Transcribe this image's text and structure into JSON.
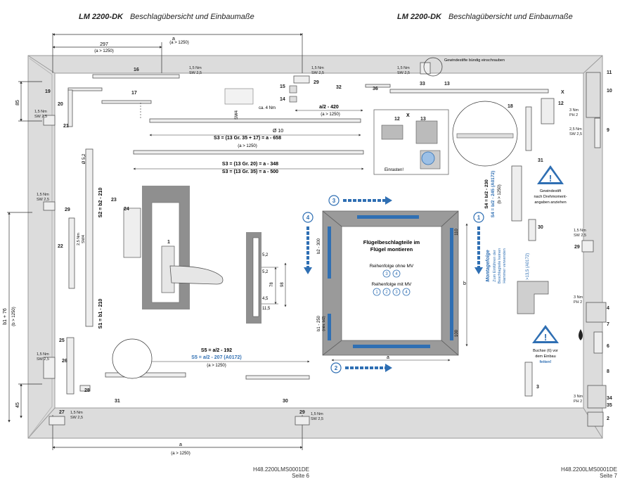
{
  "header": {
    "left": {
      "code": "LM 2200-DK",
      "title": "Beschlagübersicht und Einbaumaße"
    },
    "right": {
      "code": "LM 2200-DK",
      "title": "Beschlagübersicht und Einbaumaße"
    }
  },
  "footer": {
    "left": {
      "doc": "H48.2200LMS0001DE",
      "page": "Seite 6"
    },
    "right": {
      "doc": "H48.2200LMS0001DE",
      "page": "Seite 7"
    }
  },
  "part_numbers": {
    "p1": "1",
    "p2": "2",
    "p3": "3",
    "p4": "4",
    "p6": "6",
    "p7": "7",
    "p8": "8",
    "p9": "9",
    "p10": "10",
    "p11": "11",
    "p12": "12",
    "p13": "13",
    "p14": "14",
    "p15": "15",
    "p16": "16",
    "p17": "17",
    "p18": "18",
    "p19": "19",
    "p20": "20",
    "p21": "21",
    "p22": "22",
    "p23": "23",
    "p24": "24",
    "p25": "25",
    "p26": "26",
    "p27": "27",
    "p28": "28",
    "p29": "29",
    "p30": "30",
    "p31": "31",
    "p32": "32",
    "p33": "33",
    "p34": "34",
    "p35": "35",
    "p36": "36",
    "pX": "X"
  },
  "torque": {
    "nm15": "1,5 Nm",
    "sw25": "SW 2,5",
    "nm3": "3 Nm",
    "ph2": "PH 2",
    "nm25": "2,5 Nm",
    "nm4": "ca. 4 Nm",
    "sw4": "SW4"
  },
  "dimensions": {
    "a": "a",
    "b": "b",
    "a_gt": "(a > 1250)",
    "b_gt": "(b > 1250)",
    "d297": "297",
    "d85": "85",
    "d45": "45",
    "d110": "110",
    "d100": "100",
    "d98": "98",
    "d78": "78",
    "d52": "5,2",
    "d45b": "4,5",
    "d115": "11,5",
    "d135": ">13,5 (A0172)",
    "a2_420": "a/2 - 420",
    "dia10": "Ø 10",
    "dia52": "Ø 5,2",
    "s3a": "S3 = (13 Gr. 35 + 17) = a - 658",
    "s3b": "S3 = (13 Gr. 20) = a - 348",
    "s3c": "S3 = (13 Gr. 35) = a - 500",
    "s5a": "S5 = a/2 - 192",
    "s5b": "S5 = a/2 - 207 (A0172)",
    "s2": "S2 = b2 - 210",
    "s1": "S1 = b1 - 210",
    "b1_76": "b1 + 76",
    "b2_300": "b2 - 300",
    "b1_250": "b1 - 250",
    "b1_sub": "(min. b/2)",
    "s4a": "S4 = b/2 - 230",
    "s4b": "S4 = b/2 - 245 (A0172)",
    "s4c": "(b > 1250)"
  },
  "notes": {
    "gewindestift": "Gewindestifte bündig einschrauben",
    "einrasten": "Einrasten!",
    "warn1": [
      "Gewindestift",
      "nach Drehmoment-",
      "angaben anziehen"
    ],
    "warn2_a": "Buchse (6) vor",
    "warn2_b": "dem Einbau",
    "warn2_c": "fetten!"
  },
  "center_box": {
    "title_1": "Flügelbeschlagteile im",
    "title_2": "Flügel montieren",
    "seq1_label": "Reihenfolge ohne MV",
    "seq1": [
      "3",
      "4"
    ],
    "seq2_label": "Reihenfolge mit MV",
    "seq2": [
      "1",
      "2",
      "3",
      "4"
    ],
    "steps": [
      "1",
      "2",
      "3",
      "4"
    ]
  },
  "montagefolge": {
    "title": "Montagefolge",
    "lines": [
      "Zum Einführen der",
      "Beschlagteile keinen",
      "Hammer verwenden"
    ]
  },
  "colors": {
    "accent": "#2f6fb3",
    "frame_fill": "#d9d9d9",
    "frame_stroke": "#9a9a9a",
    "line": "#333333",
    "profile": "#8a8a8a"
  }
}
